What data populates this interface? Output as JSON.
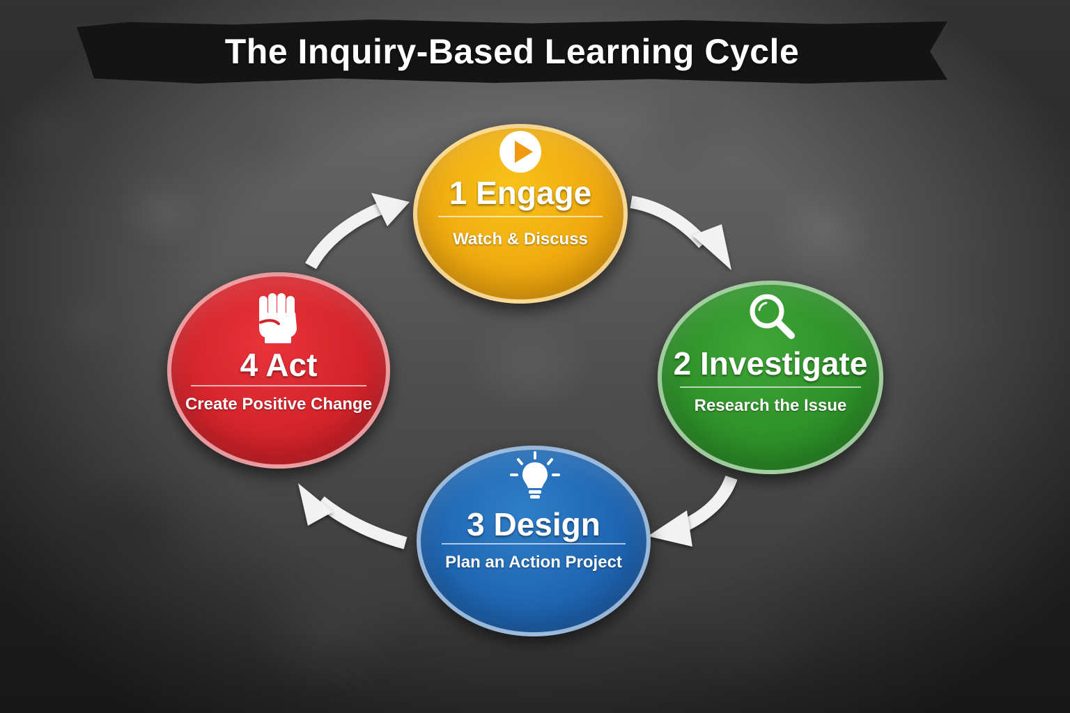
{
  "title": "The Inquiry-Based Learning Cycle",
  "steps": [
    {
      "number": "1",
      "label": "1 Engage",
      "subtitle": "Watch & Discuss",
      "icon": "play-icon",
      "color": "#efa90f"
    },
    {
      "number": "2",
      "label": "2 Investigate",
      "subtitle": "Research the Issue",
      "icon": "magnifier-icon",
      "color": "#2e9029"
    },
    {
      "number": "3",
      "label": "3 Design",
      "subtitle": "Plan an Action Project",
      "icon": "lightbulb-icon",
      "color": "#1f66b2"
    },
    {
      "number": "4",
      "label": "4 Act",
      "subtitle": "Create Positive Change",
      "icon": "raised-fist-icon",
      "color": "#d4242b"
    }
  ],
  "flow": [
    "1 Engage",
    "2 Investigate",
    "3 Design",
    "4 Act",
    "1 Engage"
  ]
}
